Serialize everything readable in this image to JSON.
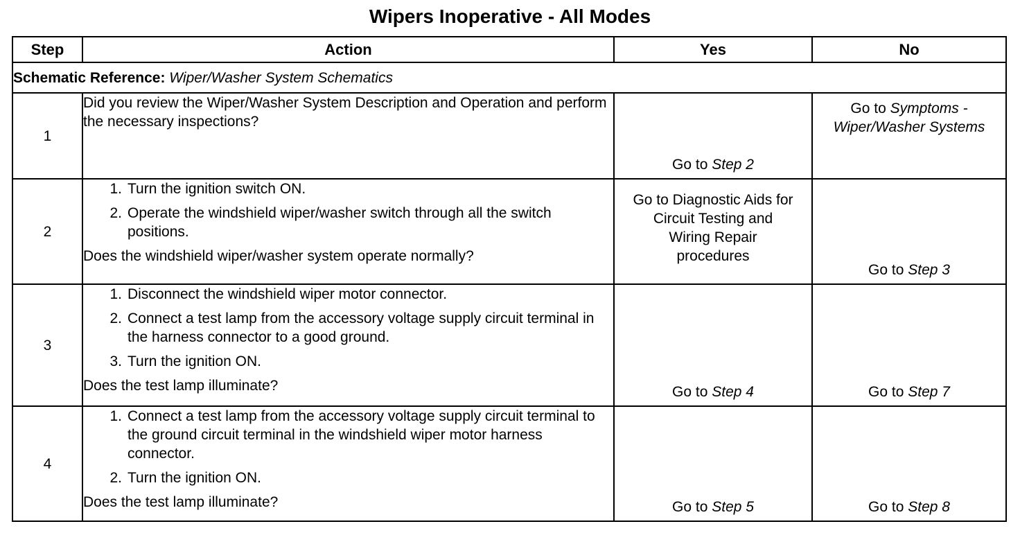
{
  "title": "Wipers Inoperative - All Modes",
  "headers": {
    "step": "Step",
    "action": "Action",
    "yes": "Yes",
    "no": "No"
  },
  "schematic_reference": {
    "label": "Schematic Reference:",
    "link": "Wiper/Washer System Schematics"
  },
  "rows": [
    {
      "step": "1",
      "action_text": "Did you review the Wiper/Washer System Description and Operation and perform the necessary inspections?",
      "yes_prefix": "Go to ",
      "yes_link": "Step 2",
      "no_prefix": "Go to ",
      "no_link": "Symptoms - Wiper/Washer Systems"
    },
    {
      "step": "2",
      "items": [
        {
          "num": "1.",
          "text": "Turn the ignition switch ON."
        },
        {
          "num": "2.",
          "text": "Operate the windshield wiper/washer switch through all the switch positions."
        }
      ],
      "question": "Does the windshield wiper/washer system operate normally?",
      "yes_text": "Go to Diagnostic Aids for Circuit Testing and Wiring Repair procedures",
      "no_prefix": "Go to ",
      "no_link": "Step 3"
    },
    {
      "step": "3",
      "items": [
        {
          "num": "1.",
          "text": "Disconnect the windshield wiper motor connector."
        },
        {
          "num": "2.",
          "text": "Connect a test lamp from the accessory voltage supply circuit terminal in the harness connector to a good ground."
        },
        {
          "num": "3.",
          "text": "Turn the ignition ON."
        }
      ],
      "question": "Does the test lamp illuminate?",
      "yes_prefix": "Go to ",
      "yes_link": "Step 4",
      "no_prefix": "Go to ",
      "no_link": "Step 7"
    },
    {
      "step": "4",
      "items": [
        {
          "num": "1.",
          "text": "Connect a test lamp from the accessory voltage supply circuit terminal to the ground circuit terminal in the windshield wiper motor harness connector."
        },
        {
          "num": "2.",
          "text": "Turn the ignition ON."
        }
      ],
      "question": "Does the test lamp illuminate?",
      "yes_prefix": "Go to ",
      "yes_link": "Step 5",
      "no_prefix": "Go to ",
      "no_link": "Step 8"
    }
  ]
}
